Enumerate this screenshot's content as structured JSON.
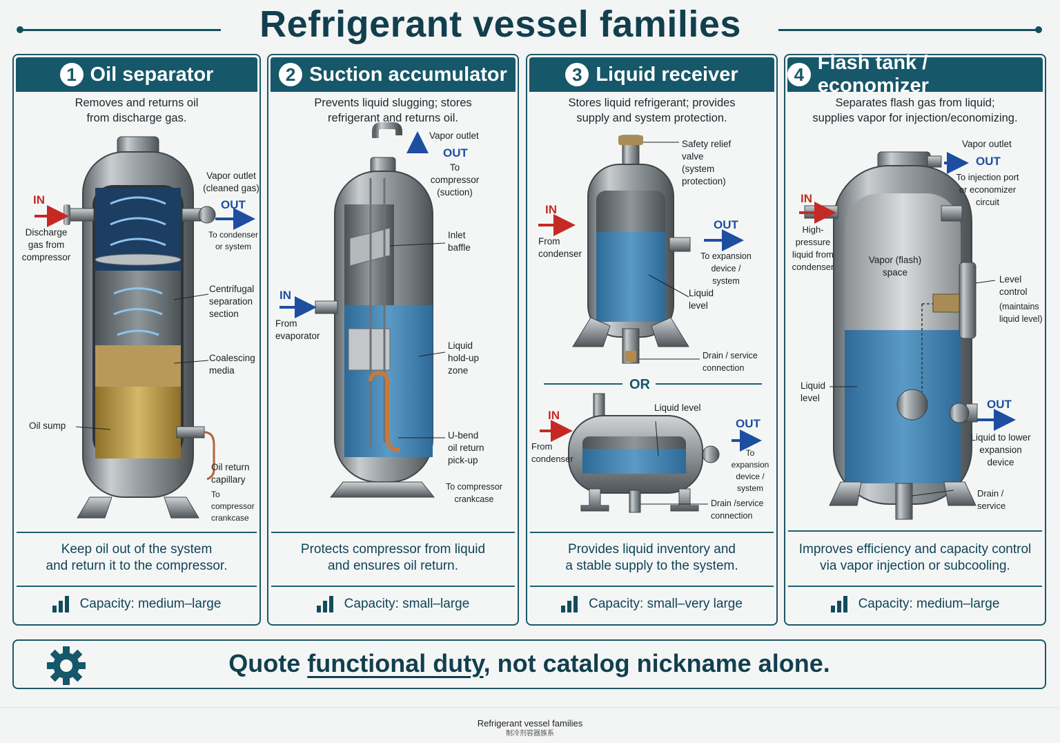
{
  "title": "Refrigerant vessel families",
  "cards": [
    {
      "number": "1",
      "title": "Oil separator",
      "desc": [
        "Removes and returns oil",
        "from discharge gas."
      ],
      "labels": {
        "in": "IN",
        "inlet": [
          "Discharge",
          "gas from",
          "compressor"
        ],
        "out": "OUT",
        "vapor_outlet": [
          "Vapor outlet",
          "(cleaned gas)"
        ],
        "to_condenser": [
          "To condenser",
          "or system"
        ],
        "centrifugal": [
          "Centrifugal",
          "separation",
          "section"
        ],
        "coalescing": [
          "Coalescing",
          "media"
        ],
        "oil_sump": "Oil sump",
        "oil_return": [
          "Oil return",
          "capillary"
        ],
        "to_crankcase": [
          "To compressor",
          "crankcase"
        ]
      },
      "summary": [
        "Keep oil out of the system",
        "and return it to the compressor."
      ],
      "capacity": "Capacity: medium–large"
    },
    {
      "number": "2",
      "title": "Suction accumulator",
      "desc": [
        "Prevents liquid slugging; stores",
        "refrigerant and returns oil."
      ],
      "labels": {
        "vapor_outlet": "Vapor outlet",
        "out": "OUT",
        "to_compressor": [
          "To compressor",
          "(suction)"
        ],
        "inlet_baffle": [
          "Inlet",
          "baffle"
        ],
        "in": "IN",
        "from_evaporator": [
          "From",
          "evaporator"
        ],
        "holdup": [
          "Liquid",
          "hold-up",
          "zone"
        ],
        "ubend": [
          "U-bend",
          "oil return",
          "pick-up"
        ],
        "to_crankcase": [
          "To compressor",
          "crankcase"
        ]
      },
      "summary": [
        "Protects compressor from liquid",
        "and ensures oil return."
      ],
      "capacity": "Capacity: small–large"
    },
    {
      "number": "3",
      "title": "Liquid receiver",
      "desc": [
        "Stores liquid refrigerant; provides",
        "supply and system protection."
      ],
      "labels": {
        "relief": [
          "Safety relief",
          "valve",
          "(system",
          "protection)"
        ],
        "in": "IN",
        "from_condenser": [
          "From",
          "condenser"
        ],
        "out": "OUT",
        "to_expansion": [
          "To expansion",
          "device /",
          "system"
        ],
        "liquid_level": [
          "Liquid",
          "level"
        ],
        "drain": [
          "Drain / service",
          "connection"
        ],
        "or": "OR",
        "in2": "IN",
        "from_condenser2": [
          "From",
          "condenser"
        ],
        "liquid_level2": "Liquid level",
        "out2": "OUT",
        "to_expansion2": [
          "To expansion",
          "device /",
          "system"
        ],
        "drain2": [
          "Drain /service",
          "connection"
        ]
      },
      "summary": [
        "Provides liquid inventory and",
        "a stable supply to the system."
      ],
      "capacity": "Capacity: small–very large"
    },
    {
      "number": "4",
      "title": "Flash tank / economizer",
      "desc": [
        "Separates flash gas from liquid;",
        "supplies vapor for injection/economizing."
      ],
      "labels": {
        "vapor_outlet": "Vapor outlet",
        "out": "OUT",
        "injection": [
          "To injection port",
          "or economizer",
          "circuit"
        ],
        "in": "IN",
        "hp_liquid": [
          "High-pressure",
          "liquid from",
          "condenser"
        ],
        "flash_space": [
          "Vapor (flash)",
          "space"
        ],
        "level_control": [
          "Level",
          "control"
        ],
        "maintains": [
          "(maintains",
          "liquid level)"
        ],
        "liquid_level": [
          "Liquid",
          "level"
        ],
        "out2": "OUT",
        "to_lower": [
          "Liquid to lower",
          "expansion",
          "device"
        ],
        "drain": [
          "Drain /",
          "service"
        ]
      },
      "summary": [
        "Improves efficiency and capacity control",
        "via vapor injection or subcooling."
      ],
      "capacity": "Capacity: medium–large"
    }
  ],
  "footer": {
    "pre": "Quote ",
    "emphasis": "functional duty",
    "post": ", not catalog nickname alone."
  },
  "caption": "Refrigerant vessel families",
  "caption_cn": "制冷剂容器族系",
  "colors": {
    "accent": "#165769",
    "in_arrow": "#c42a23",
    "out_arrow": "#1d4ea0",
    "liquid": "#3f7fb0",
    "oil": "#b99a4e"
  }
}
